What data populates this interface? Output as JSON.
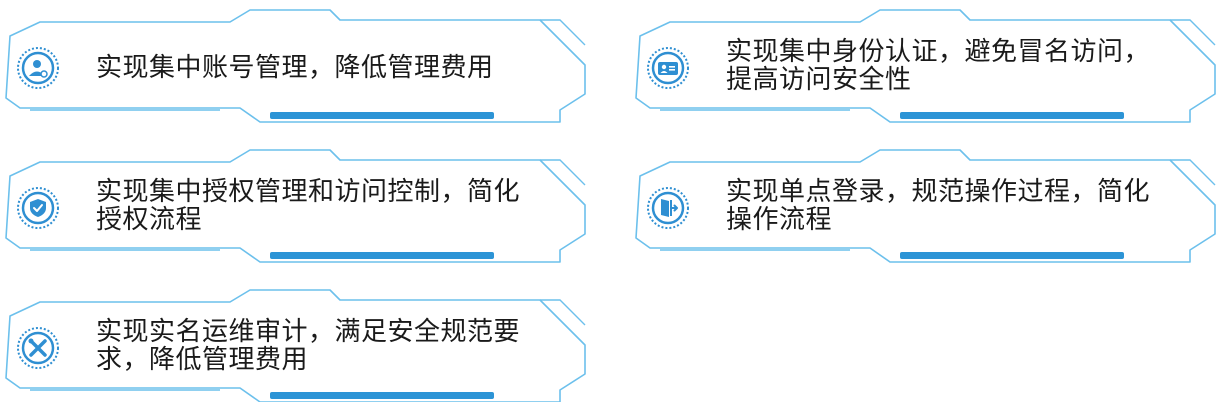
{
  "colors": {
    "frame_line": "#6cc0ec",
    "accent_bar": "#2c94d6",
    "badge_ring": "#2f8fd2",
    "text": "#1a1a1a"
  },
  "items": [
    {
      "text": "实现集中账号管理，降低管理费用",
      "icon": "user-account-icon"
    },
    {
      "text": "实现集中身份认证，避免冒名访问，提高访问安全性",
      "icon": "id-card-icon"
    },
    {
      "text": "实现集中授权管理和访问控制，简化授权流程",
      "icon": "shield-check-icon"
    },
    {
      "text": "实现单点登录，规范操作过程，简化操作流程",
      "icon": "login-door-icon"
    },
    {
      "text": "实现实名运维审计，满足安全规范要求，降低管理费用",
      "icon": "wrench-screwdriver-icon"
    }
  ]
}
